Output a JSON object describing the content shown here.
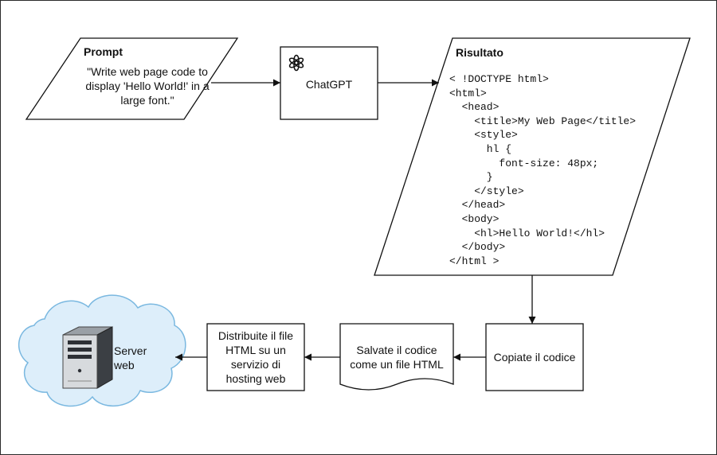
{
  "prompt": {
    "title": "Prompt",
    "text_lines": [
      "\"Write web page code to",
      "display 'Hello World!' in a",
      "large font.\""
    ]
  },
  "chatgpt": {
    "label": "ChatGPT",
    "icon": "openai-logo-icon"
  },
  "result": {
    "title": "Risultato",
    "code_lines": [
      "< !DOCTYPE html>",
      "<html>",
      "  <head>",
      "    <title>My Web Page</title>",
      "    <style>",
      "      hl {",
      "        font-size: 48px;",
      "      }",
      "    </style>",
      "  </head>",
      "  <body>",
      "    <hl>Hello World!</hl>",
      "  </body>",
      "</html >"
    ]
  },
  "copy_step": {
    "label": "Copiate il codice"
  },
  "save_step": {
    "text_lines": [
      "Salvate il codice",
      "come un file HTML"
    ]
  },
  "deploy_step": {
    "text_lines": [
      "Distribuite il file",
      "HTML su un",
      "servizio di",
      "hosting web"
    ]
  },
  "server": {
    "text_lines": [
      "Server",
      "web"
    ],
    "icon": "server-tower-icon",
    "cloud_color": "#ddeefa",
    "cloud_border": "#7ab8e0"
  }
}
